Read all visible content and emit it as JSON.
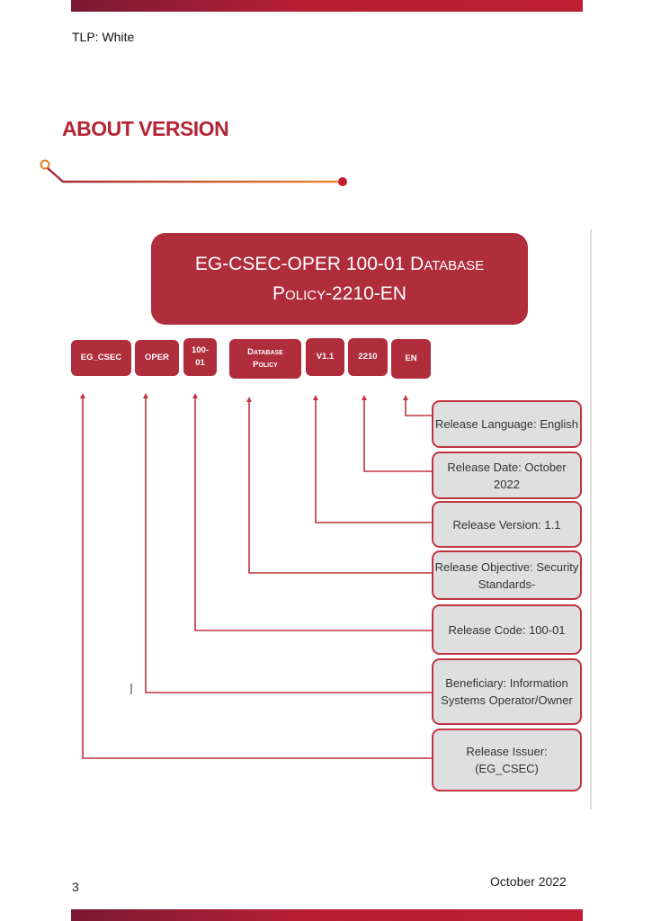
{
  "header": {
    "tlp": "TLP: White"
  },
  "section_title": "ABOUT VERSION",
  "diagram": {
    "title": "EG-CSEC-OPER 100-01 Database Policy-2210-EN",
    "segments": [
      "EG_CSEC",
      "OPER",
      "100-\n01",
      "Database\nPolicy",
      "V1.1",
      "2210",
      "EN"
    ],
    "descriptions": [
      "Release Language: English",
      "Release Date: October 2022",
      "Release Version: 1.1",
      "Release Objective: Security Standards-",
      "Release Code: 100-01",
      "Beneficiary: Information Systems Operator/Owner",
      "Release Issuer: (EG_CSEC)"
    ]
  },
  "footer": {
    "page": "3",
    "date": "October 2022"
  },
  "colors": {
    "accent": "#b52535",
    "box": "#b02d3c",
    "desc_bg": "#e0dfe0"
  }
}
